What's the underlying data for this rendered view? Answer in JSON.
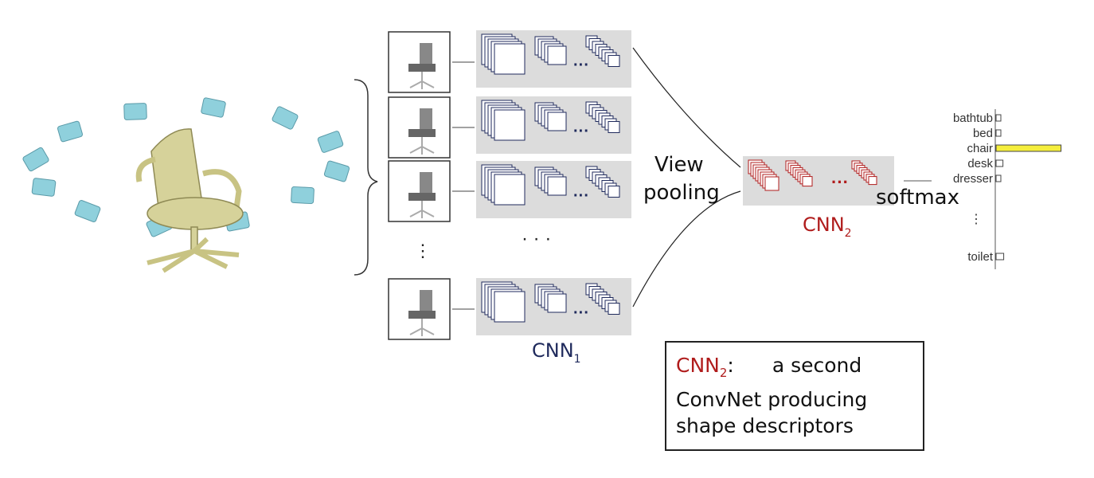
{
  "labels": {
    "view_pooling_line1": "View",
    "view_pooling_line2": "pooling",
    "cnn1": "CNN",
    "cnn1_sub": "1",
    "cnn2": "CNN",
    "cnn2_sub": "2",
    "softmax": "softmax",
    "ellipsis_dots": "· · ·",
    "vertical_dots": "⋮"
  },
  "classes": [
    {
      "name": "bathtub",
      "score": 0.04
    },
    {
      "name": "bed",
      "score": 0.06
    },
    {
      "name": "chair",
      "score": 0.85
    },
    {
      "name": "desk",
      "score": 0.09
    },
    {
      "name": "dresser",
      "score": 0.06
    },
    {
      "name": "toilet",
      "score": 0.1
    }
  ],
  "note": {
    "title": "CNN",
    "title_sub": "2",
    "colon": ":",
    "line1_rest": "a second",
    "line2": "ConvNet producing",
    "line3": "shape descriptors"
  },
  "colors": {
    "cnn1": "#1f2a5c",
    "cnn2": "#b01c1c",
    "highlight_bar": "#f5ee3c",
    "camera": "#8fd0dc",
    "chair": "#d8d49a",
    "panel": "#dcdcdc"
  }
}
